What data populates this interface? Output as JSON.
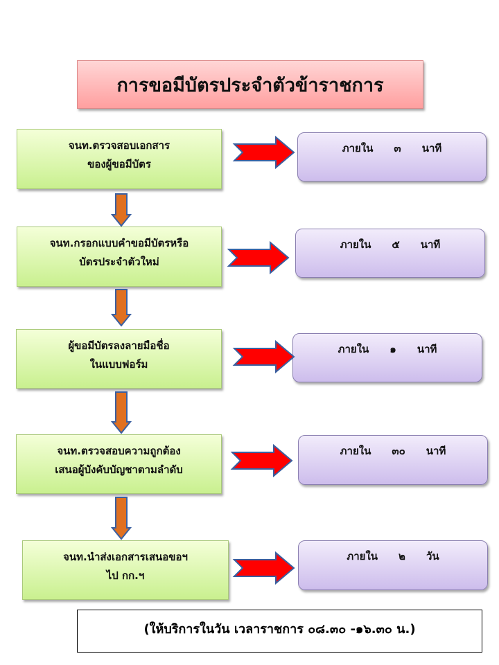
{
  "title": "การขอมีบัตรประจำตัวข้าราชการ",
  "steps": [
    {
      "line1": "จนท.ตรวจสอบเอกสาร",
      "line2": "ของผู้ขอมีบัตร",
      "within": "ภายใน",
      "amount": "๓",
      "unit": "นาที"
    },
    {
      "line1": "จนท.กรอกแบบคำขอมีบัตรหรือ",
      "line2": "บัตรประจำตัวใหม่",
      "within": "ภายใน",
      "amount": "๕",
      "unit": "นาที"
    },
    {
      "line1": "ผู้ขอมีบัตรลงลายมือชื่อ",
      "line2": "ในแบบฟอร์ม",
      "within": "ภายใน",
      "amount": "๑",
      "unit": "นาที"
    },
    {
      "line1": "จนท.ตรวจสอบความถูกต้อง",
      "line2": "เสนอผู้บังคับบัญชาตามลำดับ",
      "within": "ภายใน",
      "amount": "๓๐",
      "unit": "นาที"
    },
    {
      "line1": "จนท.นำส่งเอกสารเสนอขอฯ",
      "line2": "ไป กก.ฯ",
      "within": "ภายใน",
      "amount": "๒",
      "unit": "วัน"
    }
  ],
  "footer": "(ให้บริการในวัน เวลาราชการ  ๐๘.๓๐ -๑๖.๓๐ น.)",
  "colors": {
    "down_arrow": "#e07020",
    "right_arrow": "#ff0000",
    "arrow_outline": "#3a5fa0"
  }
}
